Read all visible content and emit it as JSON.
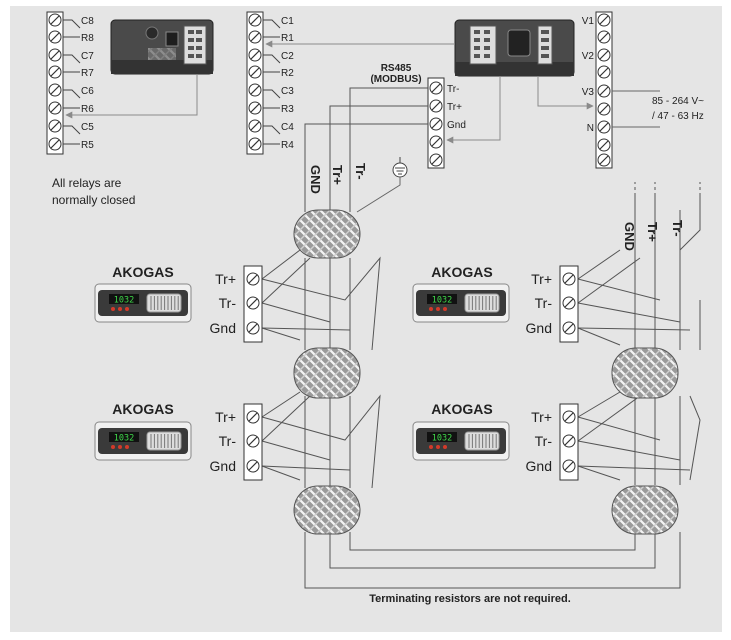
{
  "relays_left": {
    "labels": [
      "C8",
      "R8",
      "C7",
      "R7",
      "C6",
      "R6",
      "C5",
      "R5"
    ]
  },
  "relays_mid": {
    "labels": [
      "C1",
      "R1",
      "C2",
      "R2",
      "C3",
      "R3",
      "C4",
      "R4"
    ]
  },
  "relay_note": {
    "line1": "All relays are",
    "line2": "normally closed"
  },
  "rs485": {
    "title": "RS485",
    "subtitle": "(MODBUS)",
    "terminals": [
      "Tr-",
      "Tr+",
      "Gnd"
    ]
  },
  "power": {
    "terminals": [
      "V1",
      "V2",
      "V3",
      "N"
    ],
    "voltage": "85 - 264 V~",
    "frequency": "/ 47 - 63 Hz"
  },
  "bus_labels": {
    "gnd": "GND",
    "tr_plus": "Tr+",
    "tr_minus": "Tr-"
  },
  "akogas": {
    "brand": "AKOGAS",
    "display_value": "1032",
    "pins": [
      "Tr+",
      "Tr-",
      "Gnd"
    ]
  },
  "footer_note": "Terminating resistors are not required.",
  "colors": {
    "panel": "#e5e5e5",
    "wire": "#666666",
    "arrow_wire": "#8a8a8a",
    "terminal_fill": "#ffffff",
    "screw": "#333333",
    "device_dark": "#3a3a3a",
    "display_green": "#3fd94a",
    "led_red": "#d23a2a"
  }
}
